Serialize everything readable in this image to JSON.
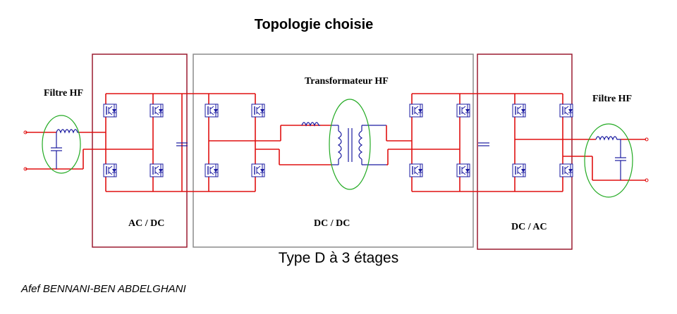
{
  "title": "Topologie choisie",
  "caption": "Type D à 3 étages",
  "author": "Afef BENNANI-BEN ABDELGHANI",
  "labels": {
    "filter_left": "Filtre HF",
    "filter_right": "Filtre HF",
    "transformer": "Transformateur HF",
    "stage1": "AC / DC",
    "stage2": "DC / DC",
    "stage3": "DC / AC"
  },
  "colors": {
    "stage_border": "#9b1b30",
    "middle_border": "#8c8c8c",
    "wire_red": "#e01010",
    "wire_blue": "#1a1aa0",
    "highlight_green": "#22aa22"
  }
}
